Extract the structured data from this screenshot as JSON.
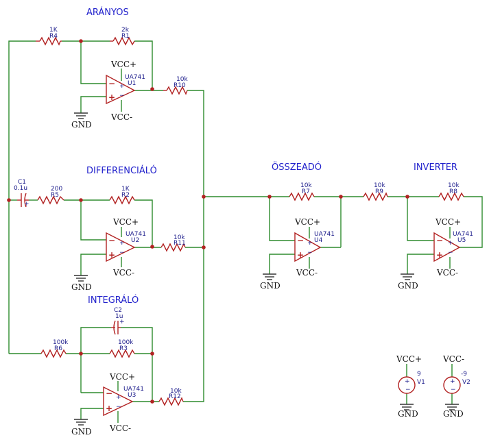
{
  "sections": {
    "aranyos": "ARÁNYOS",
    "differencialo": "DIFFERENCIÁLÓ",
    "integralo": "INTEGRÁLÓ",
    "osszeado": "ÖSSZEADÓ",
    "inverter": "INVERTER"
  },
  "resistors": {
    "R4": {
      "ref": "R4",
      "value": "1K"
    },
    "R1": {
      "ref": "R1",
      "value": "2k"
    },
    "R10": {
      "ref": "R10",
      "value": "10k"
    },
    "R5": {
      "ref": "R5",
      "value": "200"
    },
    "R2": {
      "ref": "R2",
      "value": "1K"
    },
    "R11": {
      "ref": "R11",
      "value": "10k"
    },
    "R6": {
      "ref": "R6",
      "value": "100k"
    },
    "R3": {
      "ref": "R3",
      "value": "100k"
    },
    "R12": {
      "ref": "R12",
      "value": "10k"
    },
    "R7": {
      "ref": "R7",
      "value": "10k"
    },
    "R9": {
      "ref": "R9",
      "value": "10k"
    },
    "R8": {
      "ref": "R8",
      "value": "10k"
    }
  },
  "capacitors": {
    "C1": {
      "ref": "C1",
      "value": "0.1u"
    },
    "C2": {
      "ref": "C2",
      "value": "1u"
    }
  },
  "opamps": [
    {
      "ref": "U1",
      "model": "UA741",
      "vplus": "VCC+",
      "vminus": "VCC-",
      "gnd": "GND"
    },
    {
      "ref": "U2",
      "model": "UA741",
      "vplus": "VCC+",
      "vminus": "VCC-",
      "gnd": "GND"
    },
    {
      "ref": "U3",
      "model": "UA741",
      "vplus": "VCC+",
      "vminus": "VCC-",
      "gnd": "GND"
    },
    {
      "ref": "U4",
      "model": "UA741",
      "vplus": "VCC+",
      "vminus": "VCC-",
      "gnd": "GND"
    },
    {
      "ref": "U5",
      "model": "UA741",
      "vplus": "VCC+",
      "vminus": "VCC-",
      "gnd": "GND"
    }
  ],
  "sources": {
    "V1": {
      "ref": "V1",
      "value": "9",
      "net": "VCC+",
      "gnd": "GND"
    },
    "V2": {
      "ref": "V2",
      "value": "-9",
      "net": "VCC-",
      "gnd": "GND"
    }
  },
  "colors": {
    "wire": "#2e8b2e",
    "component": "#b22222",
    "label": "#2222cc",
    "ref": "#1a1a8a"
  }
}
